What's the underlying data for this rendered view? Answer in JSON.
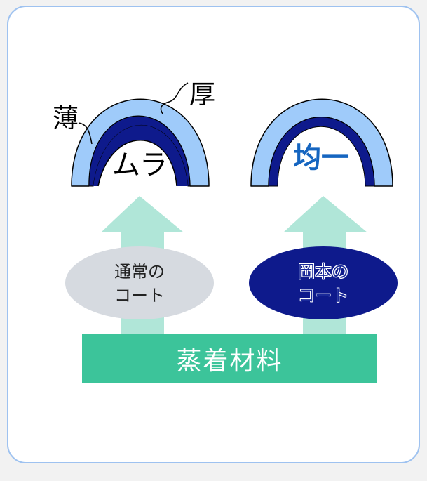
{
  "labels": {
    "thin": "薄",
    "thick": "厚",
    "uneven": "ムラ",
    "even": "均一"
  },
  "ovals": {
    "normal": {
      "line1": "通常の",
      "line2": "コート"
    },
    "okamoto": {
      "line1": "岡本の",
      "line2": "コート"
    }
  },
  "base": {
    "label": "蒸着材料"
  },
  "colors": {
    "background": "#f2f2f2",
    "panel": "#ffffff",
    "panel_border": "#9ec2f0",
    "coat_outer": "#9fcbfa",
    "coat_inner": "#0e1a8c",
    "arrow": "#b0e6d8",
    "oval_normal": "#d6dae0",
    "oval_okamoto": "#0e1a8c",
    "base": "#3cc49a",
    "even_text": "#1565c0"
  }
}
